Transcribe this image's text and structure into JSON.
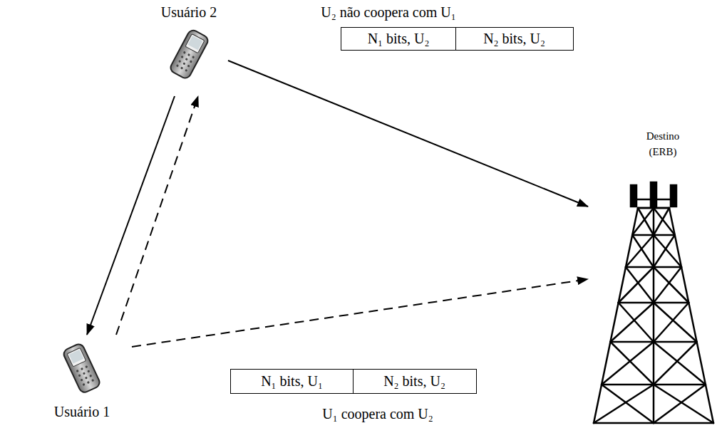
{
  "diagram": {
    "nodes": [
      {
        "text": [
          "Usuário 2"
        ]
      },
      {
        "text": [
          "Usuário 1"
        ]
      },
      {
        "text": [
          "Destino (ERB)"
        ]
      },
      {
        "text": [
          "N₁ bits, U₂"
        ]
      },
      {
        "text": [
          "N₂ bits, U₂"
        ]
      },
      {
        "text": [
          "N₁ bits, U₁"
        ]
      },
      {
        "text": [
          "N₂ bits, U₂"
        ]
      }
    ],
    "edges": [
      {
        "from": 0,
        "to": 2,
        "arrow": "to"
      },
      {
        "from": 1,
        "to": 2,
        "arrow": "to"
      },
      {
        "from": 0,
        "to": 1,
        "arrow": "to"
      },
      {
        "from": 1,
        "to": 0,
        "arrow": "to"
      }
    ],
    "labels": [
      "U₂ não coopera com U₁",
      "U₁ coopera com U₂"
    ]
  }
}
